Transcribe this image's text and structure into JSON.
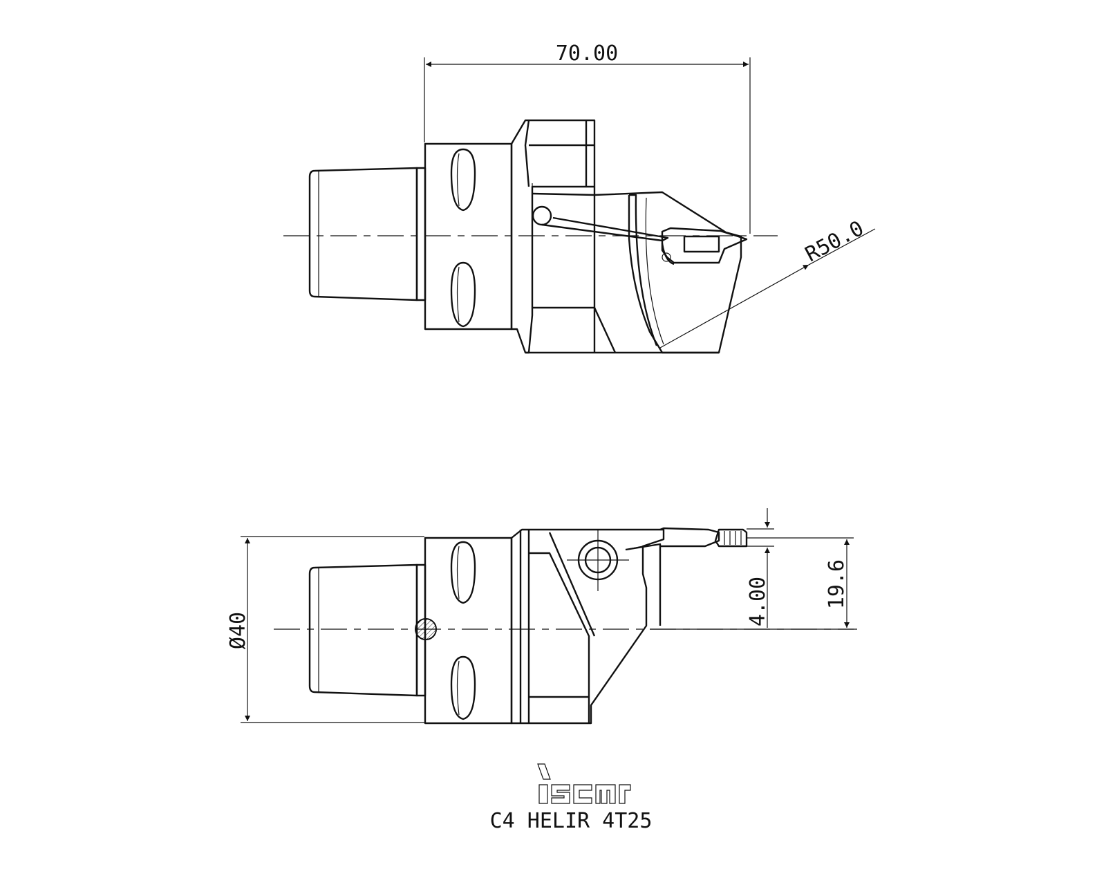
{
  "drawing": {
    "dimensions": {
      "length": "70.00",
      "radius": "R50.0",
      "diameter": "Ø40",
      "height_small": "4.00",
      "height_total": "19.6"
    },
    "logo_text": "iscar",
    "part_number": "C4 HELIR 4T25"
  }
}
